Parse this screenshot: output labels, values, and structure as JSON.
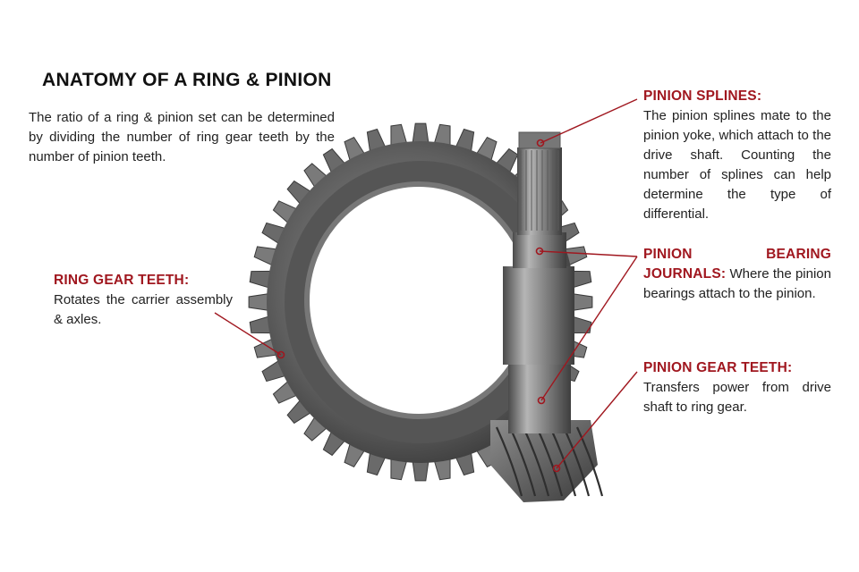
{
  "title": "ANATOMY OF A RING & PINION",
  "intro": "The ratio of a ring & pinion set can be determined by dividing the number of ring gear teeth by the number of pinion teeth.",
  "callouts": {
    "ring_teeth": {
      "heading": "RING GEAR TEETH:",
      "body": "Rotates the carrier assembly & axles."
    },
    "pinion_splines": {
      "heading": "PINION SPLINES:",
      "body": "The pinion splines mate to the pinion yoke, which attach to the drive shaft. Counting the number of splines can help determine the type of differential."
    },
    "pinion_journals": {
      "heading": "PINION BEARING JOURNALS:",
      "body": "Where the pinion bearings attach to the pinion."
    },
    "pinion_teeth": {
      "heading": "PINION GEAR TEETH:",
      "body": "Transfers power from drive shaft to ring gear."
    }
  },
  "colors": {
    "accent": "#a0171f",
    "steel": "#6e6e6e"
  }
}
